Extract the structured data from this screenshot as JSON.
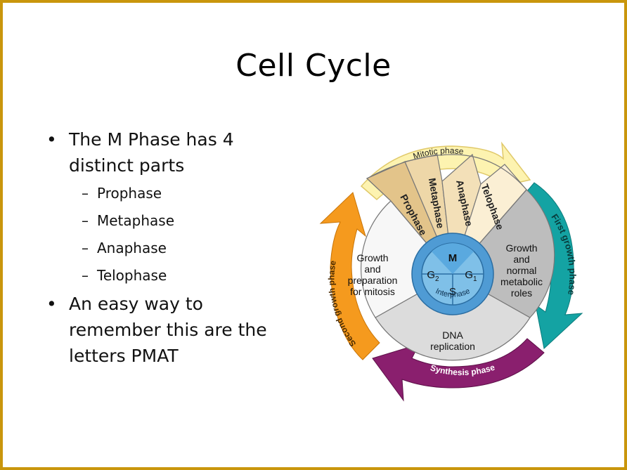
{
  "slide": {
    "title": "Cell Cycle",
    "bullets": [
      {
        "line1": "The M Phase has 4",
        "line2": "distinct parts"
      },
      {
        "line1": "An easy way to",
        "line2": "remember this are the",
        "line3": "letters PMAT"
      }
    ],
    "subbullets": [
      "Prophase",
      "Metaphase",
      "Anaphase",
      "Telophase"
    ]
  },
  "diagram": {
    "mitotic_phase": "Mitotic phase",
    "first_growth": "First growth phase",
    "synthesis": "Synthesis phase",
    "second_growth": "Second growth phase",
    "interphase": "Interphase",
    "mitosis_stages": [
      "Prophase",
      "Metaphase",
      "Anaphase",
      "Telophase"
    ],
    "g1_text": [
      "Growth",
      "and",
      "normal",
      "metabolic",
      "roles"
    ],
    "s_text": [
      "DNA",
      "replication"
    ],
    "g2_text": [
      "Growth",
      "and",
      "preparation",
      "for mitosis"
    ],
    "center": {
      "m": "M",
      "g1": "G",
      "g1_sub": "1",
      "s": "S",
      "g2": "G",
      "g2_sub": "2"
    },
    "colors": {
      "border": "#c9960c",
      "mitotic_arrow": "#fdf3b0",
      "first_growth_arrow": "#14a3a3",
      "synthesis_arrow": "#8a1f6e",
      "second_growth_arrow": "#f59a1e",
      "g1_sector": "#bdbdbd",
      "s_sector": "#dcdcdc",
      "g2_sector": "#f7f7f7",
      "m_sectors": "#eed7a8",
      "center_circle": "#7fc0e8"
    }
  }
}
